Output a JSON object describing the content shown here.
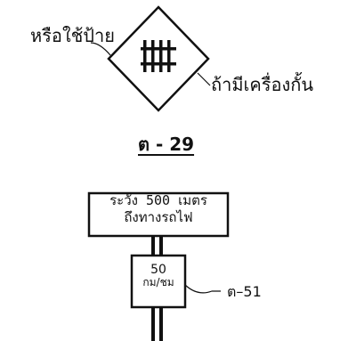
{
  "labels": {
    "or_sign": "หรือใช้ป้าย",
    "if_barrier": "ถ้ามีเครื่องกั้น",
    "sign_code_top": "ต - 29",
    "sign_code_bottom": "ต–51"
  },
  "railroad_warning_sign": {
    "line1": "ระวัง 500 เมตร",
    "line2": "ถึงทางรถไฟ"
  },
  "speed_limit_sign": {
    "value": "50",
    "unit": "กม/ชม"
  },
  "icons": {
    "diamond_sign": "railroad-track-diamond-icon"
  }
}
